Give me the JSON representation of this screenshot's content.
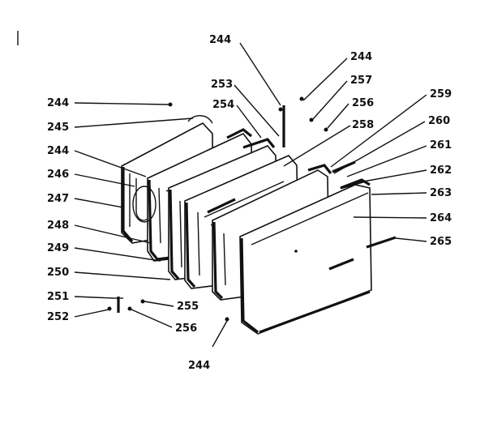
{
  "diagram": {
    "labels": {
      "l_244_top": "244",
      "l_244_topright": "244",
      "l_253": "253",
      "l_257": "257",
      "l_254": "254",
      "l_256_top": "256",
      "l_259": "259",
      "l_244_left": "244",
      "l_245": "245",
      "l_258": "258",
      "l_260": "260",
      "l_244_mid": "244",
      "l_261": "261",
      "l_246": "246",
      "l_262": "262",
      "l_247": "247",
      "l_263": "263",
      "l_264": "264",
      "l_248": "248",
      "l_265": "265",
      "l_249": "249",
      "l_250": "250",
      "l_251": "251",
      "l_255": "255",
      "l_252": "252",
      "l_256_bottom": "256",
      "l_244_bottom": "244"
    }
  }
}
